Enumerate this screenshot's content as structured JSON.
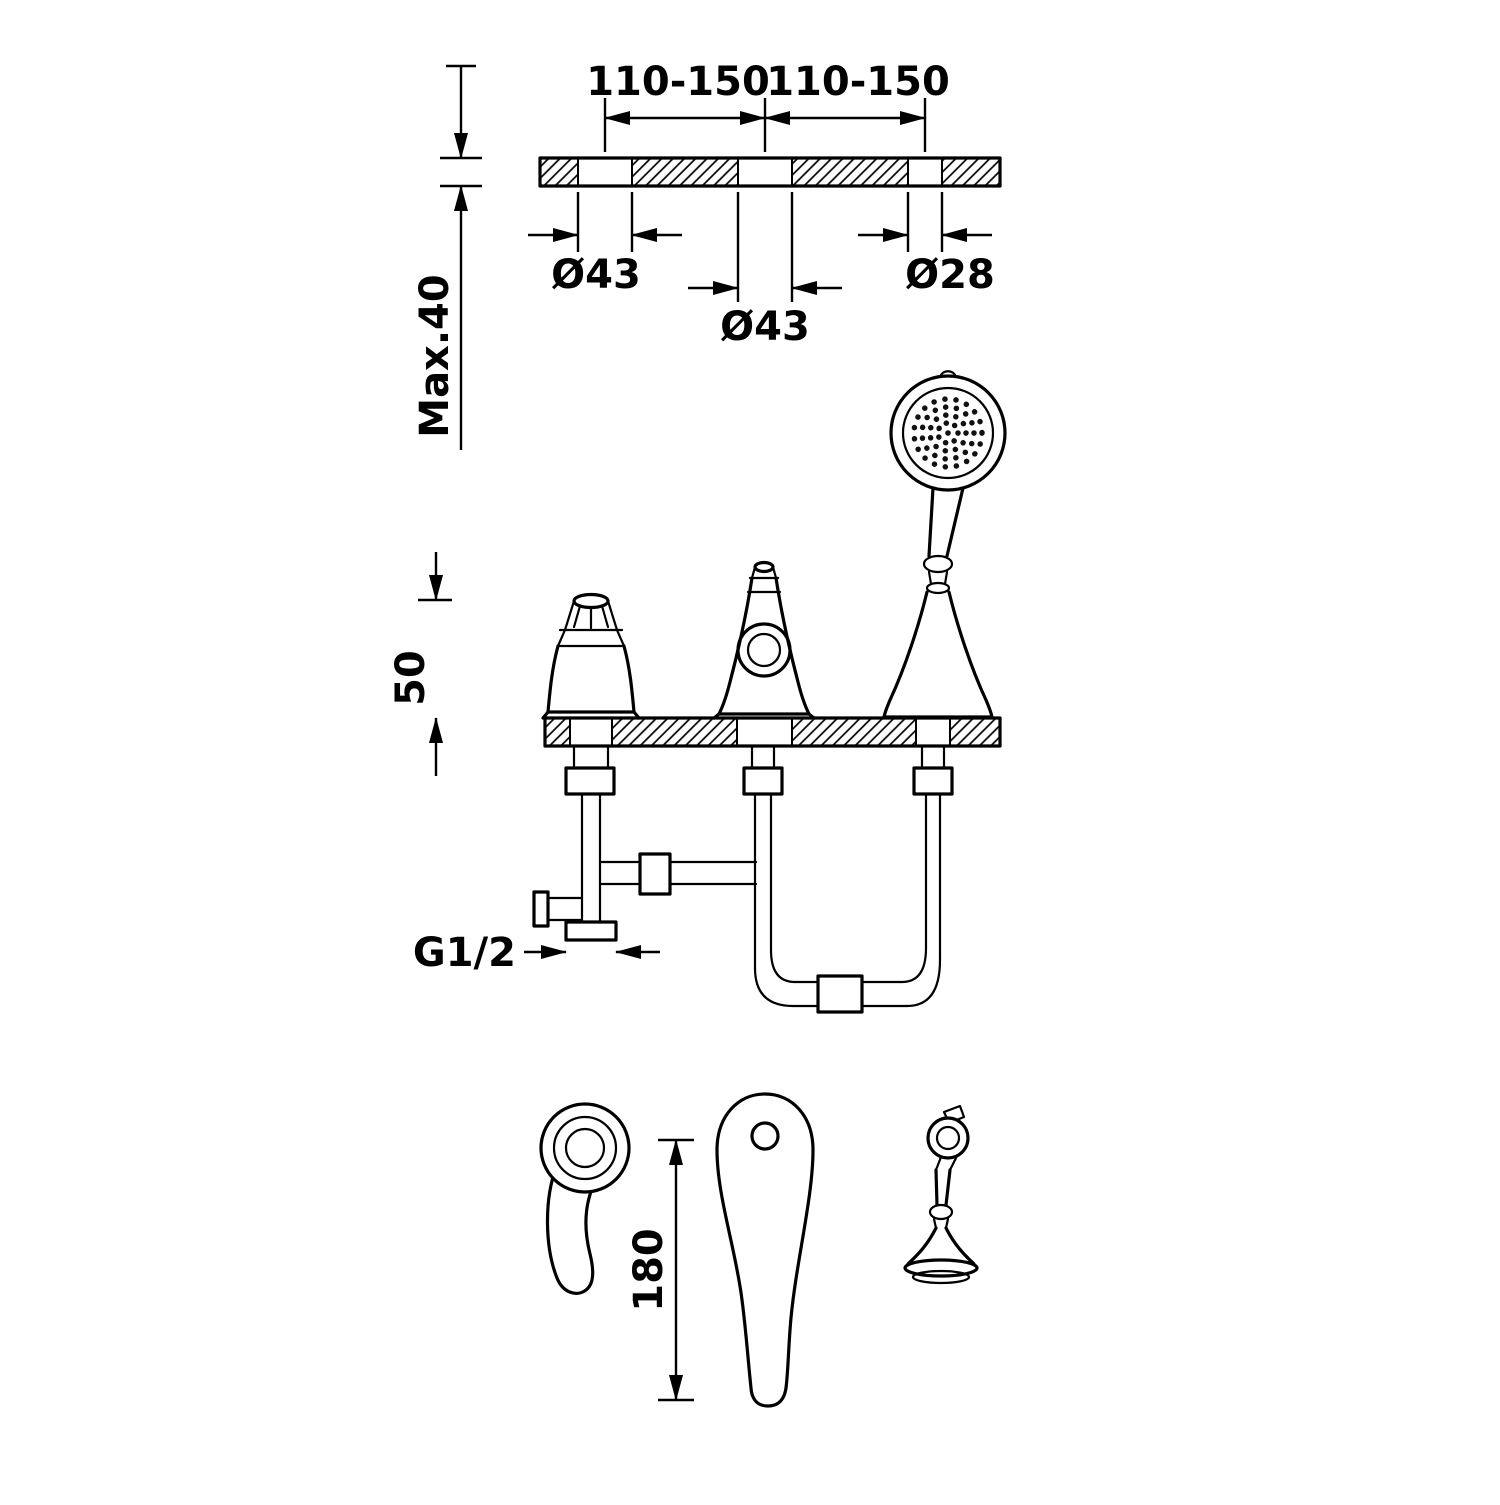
{
  "drawing": {
    "type": "technical-dimension-diagram",
    "subject": "deck-mounted bath mixer with hand shower",
    "background": "#ffffff",
    "line_color": "#000000",
    "labels": {
      "span_left": "110-150",
      "span_right": "110-150",
      "hole_left_diameter": "Ø43",
      "hole_center_diameter": "Ø43",
      "hole_right_diameter": "Ø28",
      "deck_thickness_max": "Max.40",
      "body_height_above_deck": "50",
      "thread_size": "G1/2",
      "lever_length": "180"
    }
  }
}
